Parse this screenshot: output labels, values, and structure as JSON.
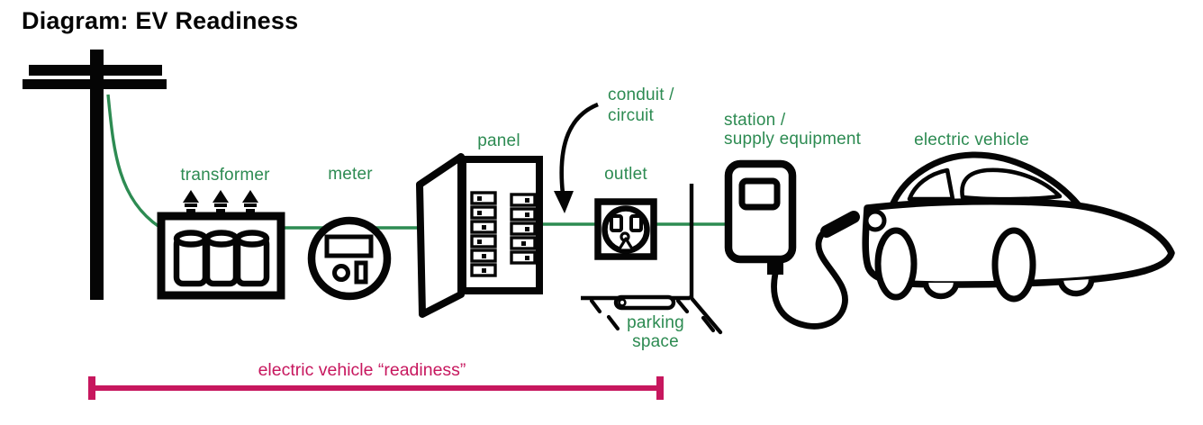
{
  "title": "Diagram: EV Readiness",
  "colors": {
    "label_green": "#2d8b52",
    "wire_green": "#2d8b52",
    "bracket_pink": "#c7175e",
    "ink": "#050505"
  },
  "labels": {
    "transformer": "transformer",
    "meter": "meter",
    "panel": "panel",
    "conduit_line1": "conduit /",
    "conduit_line2": "circuit",
    "outlet": "outlet",
    "parking_line1": "parking",
    "parking_line2": "space",
    "station_line1": "station /",
    "station_line2": "supply equipment",
    "vehicle": "electric vehicle",
    "readiness": "electric vehicle “readiness”"
  },
  "icons": [
    "utility-pole-icon",
    "service-wire",
    "transformer-icon",
    "meter-icon",
    "panel-icon",
    "conduit-arrow-icon",
    "outlet-icon",
    "wall-corner",
    "parking-space-icon",
    "charging-station-icon",
    "charging-cable",
    "connector-icon",
    "electric-vehicle-icon",
    "readiness-bracket"
  ],
  "panel_detail": {
    "breakers_left_column": 6,
    "breakers_right_column": 5
  }
}
